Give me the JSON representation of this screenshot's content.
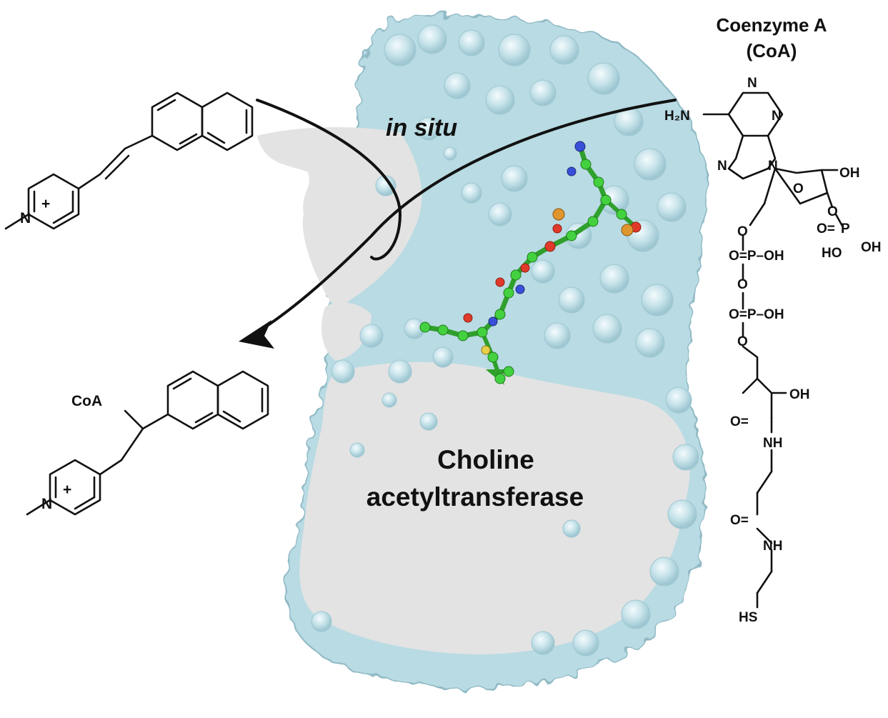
{
  "labels": {
    "coa_title_line1": "Coenzyme A",
    "coa_title_line2": "(CoA)",
    "in_situ": "in situ",
    "enzyme_line1": "Choline",
    "enzyme_line2": "acetyltransferase",
    "product_coa": "CoA"
  },
  "atoms": {
    "n_plus": "N",
    "plus": "+",
    "h2n": "H₂N",
    "n": "N",
    "o": "O",
    "oh": "OH",
    "p": "P",
    "o_eq_p_oh": "O=P–OH",
    "ho": "HO",
    "nh": "NH",
    "hs": "HS",
    "o_eq": "O="
  },
  "colors": {
    "protein_surface": "#b9dbe3",
    "protein_highlight": "#e6f4f7",
    "cavity": "#e3e3e3",
    "ligand_carbon": "#43d13f",
    "ligand_oxygen": "#e03a2a",
    "ligand_nitrogen": "#3a4fd8",
    "ligand_phosphorus": "#e0962e",
    "ligand_sulfur": "#e6d04a",
    "ink": "#111111"
  }
}
